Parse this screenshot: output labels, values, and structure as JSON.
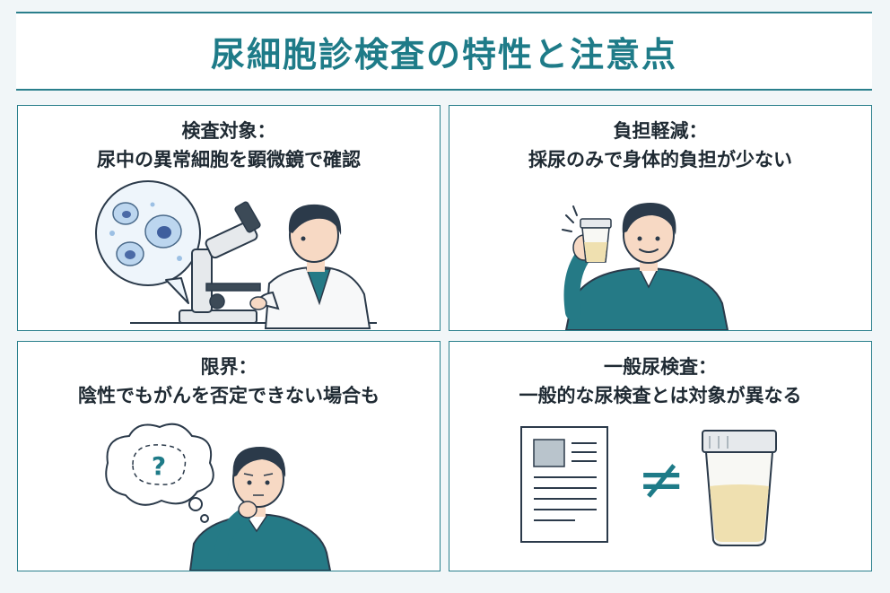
{
  "title": "尿細胞診検査の特性と注意点",
  "panels": [
    {
      "heading": "検査対象：",
      "text": "尿中の異常細胞を顕微鏡で確認"
    },
    {
      "heading": "負担軽減：",
      "text": "採尿のみで身体的負担が少ない"
    },
    {
      "heading": "限界：",
      "text": "陰性でもがんを否定できない場合も"
    },
    {
      "heading": "一般尿検査：",
      "text": "一般的な尿検査とは対象が異なる"
    }
  ],
  "thought_symbol": "?",
  "not_equal_symbol": "≠",
  "colors": {
    "accent": "#1e7b88",
    "sweater": "#257a86",
    "hair": "#2b3a4a",
    "skin": "#f7d9c4",
    "urine": "#efe0b0",
    "cell": "#bcd6ef"
  }
}
